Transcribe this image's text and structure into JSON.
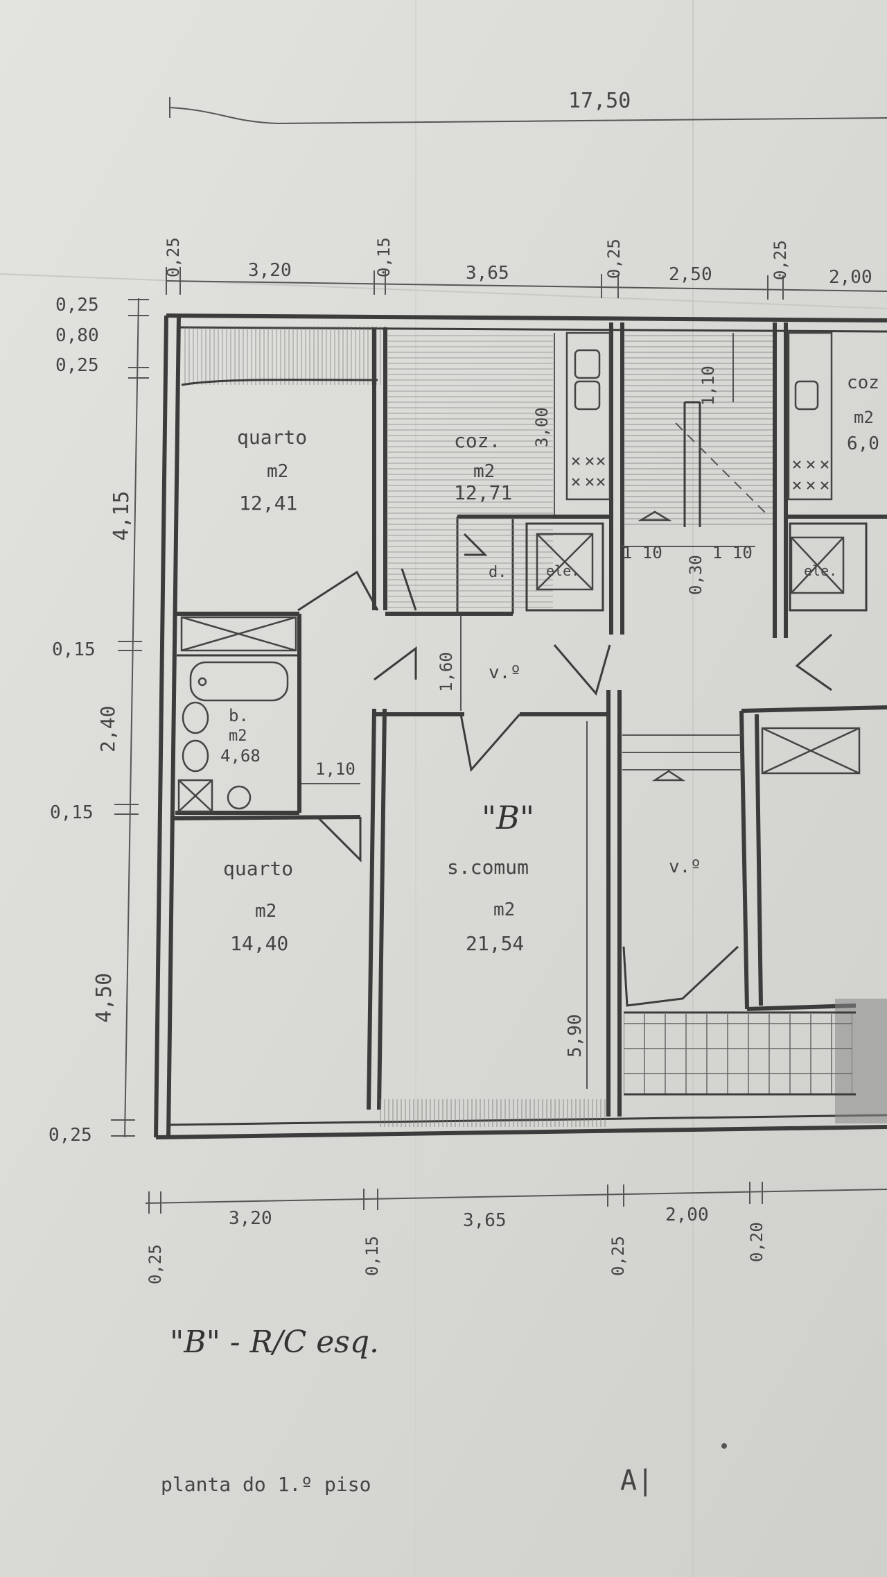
{
  "top_dims": {
    "overall": "17,50",
    "row": [
      "0,25",
      "3,20",
      "0,15",
      "3,65",
      "0,25",
      "2,50",
      "0,25",
      "2,00"
    ]
  },
  "left_dims": [
    "0,25",
    "0,80",
    "0,25",
    "4,15",
    "0,15",
    "2,40",
    "0,15",
    "4,50",
    "0,25"
  ],
  "bottom_dims": [
    "0,25",
    "3,20",
    "0,15",
    "3,65",
    "0,25",
    "2,00",
    "0,20"
  ],
  "inner_dims": {
    "coz_depth": "3,00",
    "stair_landing": "1,10",
    "hall_a": "1 10",
    "hall_gap": "0,30",
    "hall_b": "1 10",
    "vestibule_width": "1,60",
    "bath_door": "1,10",
    "sala_depth": "5,90"
  },
  "rooms": {
    "quarto1": {
      "name": "quarto",
      "unit": "m2",
      "area": "12,41"
    },
    "coz1": {
      "name": "coz.",
      "unit": "m2",
      "area": "12,71"
    },
    "coz2": {
      "name": "coz",
      "unit": "m2",
      "area": "6,0"
    },
    "bath": {
      "name": "b.",
      "unit": "m2",
      "area": "4,68"
    },
    "quarto2": {
      "name": "quarto",
      "unit": "m2",
      "area": "14,40"
    },
    "sala": {
      "name": "s.comum",
      "unit": "m2",
      "area": "21,54"
    },
    "vest1": {
      "name": "v.º"
    },
    "vest2": {
      "name": "v.º"
    },
    "despensa": {
      "name": "d."
    },
    "elevator1": {
      "name": "ele."
    },
    "elevator2": {
      "name": "ele."
    }
  },
  "apartment_mark": "\"B\"",
  "caption": "\"B\" - R/C esq.",
  "footer": {
    "title": "planta do 1.º piso",
    "section": "A|"
  }
}
